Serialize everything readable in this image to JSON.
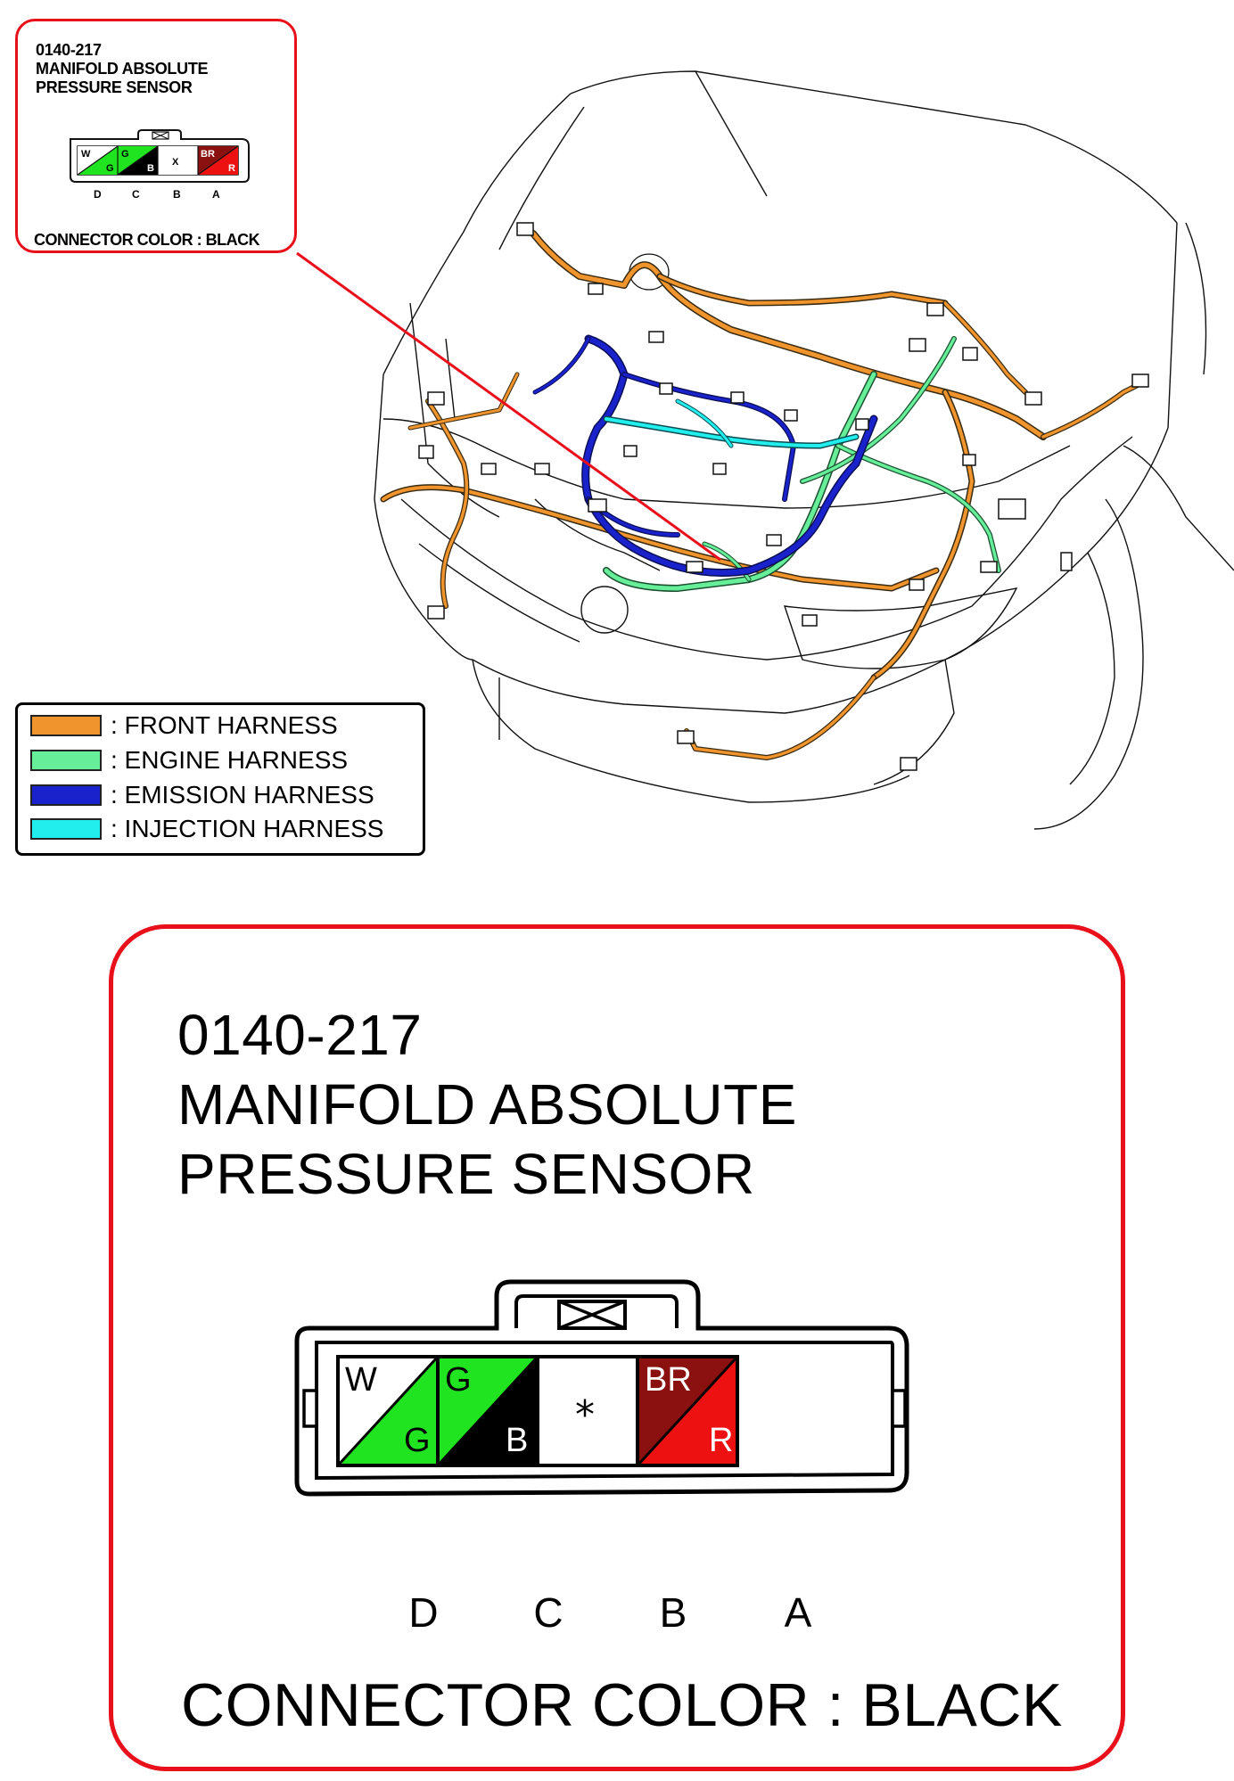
{
  "connector": {
    "code": "0140-217",
    "name_line1": "MANIFOLD ABSOLUTE",
    "name_line2": "PRESSURE SENSOR",
    "connector_color": "CONNECTOR COLOR : BLACK",
    "pins": [
      {
        "pin": "D",
        "wire_top": "W",
        "wire_bottom": "G",
        "top_color": "#ffffff",
        "bottom_color": "#1fe41f"
      },
      {
        "pin": "C",
        "wire_top": "G",
        "wire_bottom": "B",
        "top_color": "#1fe41f",
        "bottom_color": "#000000"
      },
      {
        "pin": "B",
        "symbol": "*",
        "top_color": "#ffffff",
        "bottom_color": "#ffffff"
      },
      {
        "pin": "A",
        "wire_top": "BR",
        "wire_bottom": "R",
        "top_color": "#8b1010",
        "bottom_color": "#ee1111"
      }
    ]
  },
  "small_callout": {
    "pin_symbol": "X"
  },
  "legend": {
    "items": [
      {
        "label": ": FRONT HARNESS",
        "color": "#f0952e"
      },
      {
        "label": ": ENGINE HARNESS",
        "color": "#66ee99"
      },
      {
        "label": ": EMISSION HARNESS",
        "color": "#1a22cc"
      },
      {
        "label": ": INJECTION HARNESS",
        "color": "#22eeee"
      }
    ]
  },
  "colors": {
    "callout_border": "#e8101a",
    "leader_line": "#e8101a"
  }
}
